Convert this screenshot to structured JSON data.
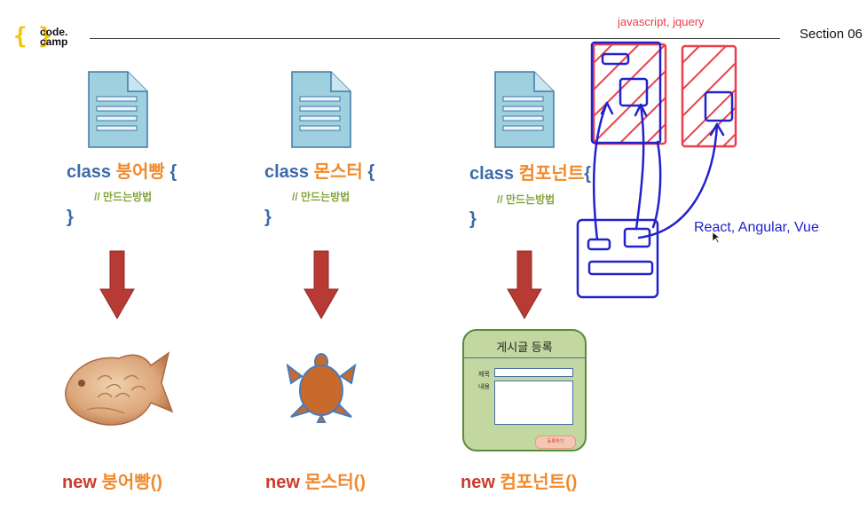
{
  "header": {
    "logo_brace_open": "{",
    "logo_brace_close": "}",
    "logo_line1": "code.",
    "logo_line2": "camp",
    "section": "Section 06"
  },
  "annotations": {
    "top_note": "javascript, jquery",
    "frameworks": "React, Angular, Vue"
  },
  "columns": [
    {
      "class_kw": "class",
      "class_name": "붕어빵",
      "open_brace": "{",
      "comment": "// 만드는방법",
      "close_brace": "}",
      "new_kw": "new",
      "new_name": "붕어빵()"
    },
    {
      "class_kw": "class",
      "class_name": "몬스터",
      "open_brace": "{",
      "comment": "// 만드는방법",
      "close_brace": "}",
      "new_kw": "new",
      "new_name": "몬스터()"
    },
    {
      "class_kw": "class",
      "class_name": "컴포넌트",
      "open_brace": "{",
      "comment": "// 만드는방법",
      "close_brace": "}",
      "new_kw": "new",
      "new_name": "컴포넌트()"
    }
  ],
  "board": {
    "title": "게시글 등록",
    "field_title": "제목",
    "field_content": "내용",
    "submit": "등록하기"
  },
  "colors": {
    "class_blue": "#3b6aa8",
    "name_orange": "#f08a2c",
    "comment_green": "#86a43c",
    "new_red": "#cc3b2c",
    "arrow_red": "#b83a35",
    "ink_blue": "#2222cc",
    "ink_red": "#e8404a",
    "logo_yellow": "#f5c400"
  }
}
